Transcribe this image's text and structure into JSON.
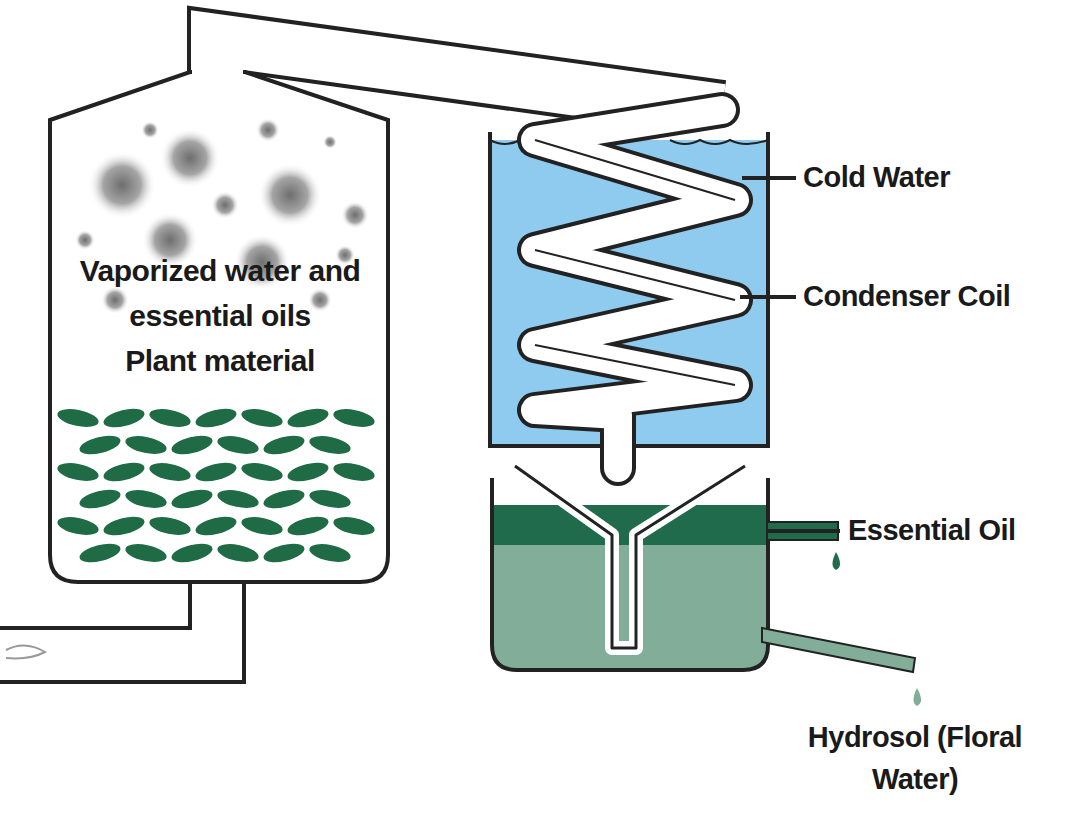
{
  "diagram": {
    "nodes": [
      {
        "text": [
          "Vaporized water and essential oils",
          "Plant material"
        ]
      }
    ],
    "labels": [
      "Cold Water",
      "Condenser Coil",
      "Essential Oil",
      "Hydrosol (Floral Water)"
    ]
  }
}
